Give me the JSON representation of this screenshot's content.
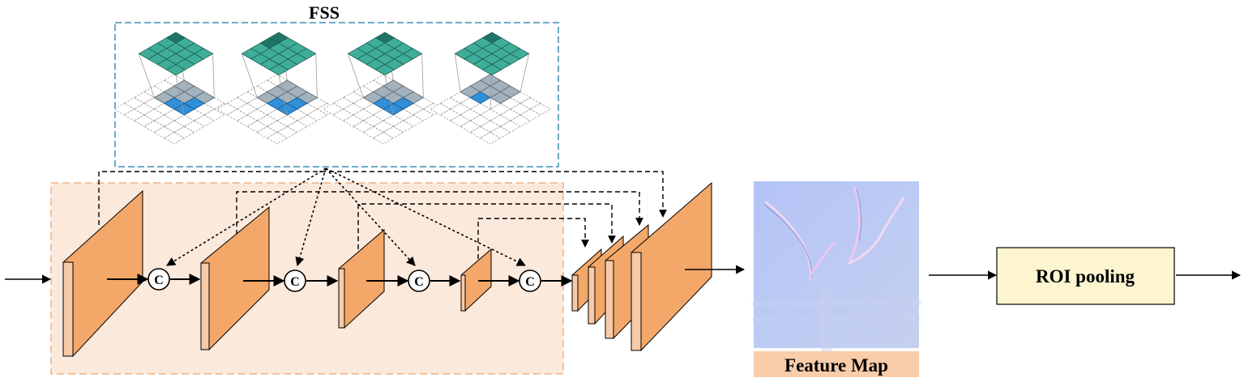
{
  "fss": {
    "title": "FSS"
  },
  "concat": {
    "symbol": "C"
  },
  "feature_map": {
    "label": "Feature Map"
  },
  "roi_pooling": {
    "label": "ROI pooling"
  },
  "colors": {
    "background_panel": "#fbe9dc",
    "panel_border": "#f0b183",
    "layer_face": "#f3a768",
    "layer_side": "#f8cba8",
    "fss_border": "#3f8fb4",
    "grid_teal": "#3fae98",
    "grid_grey": "#a3b3bd",
    "grid_blue": "#2f8fd8",
    "feature_map_fill": "#b9c7f5",
    "feature_label_bg": "#f9ccaa",
    "roi_box_fill": "#fcf5d0"
  }
}
